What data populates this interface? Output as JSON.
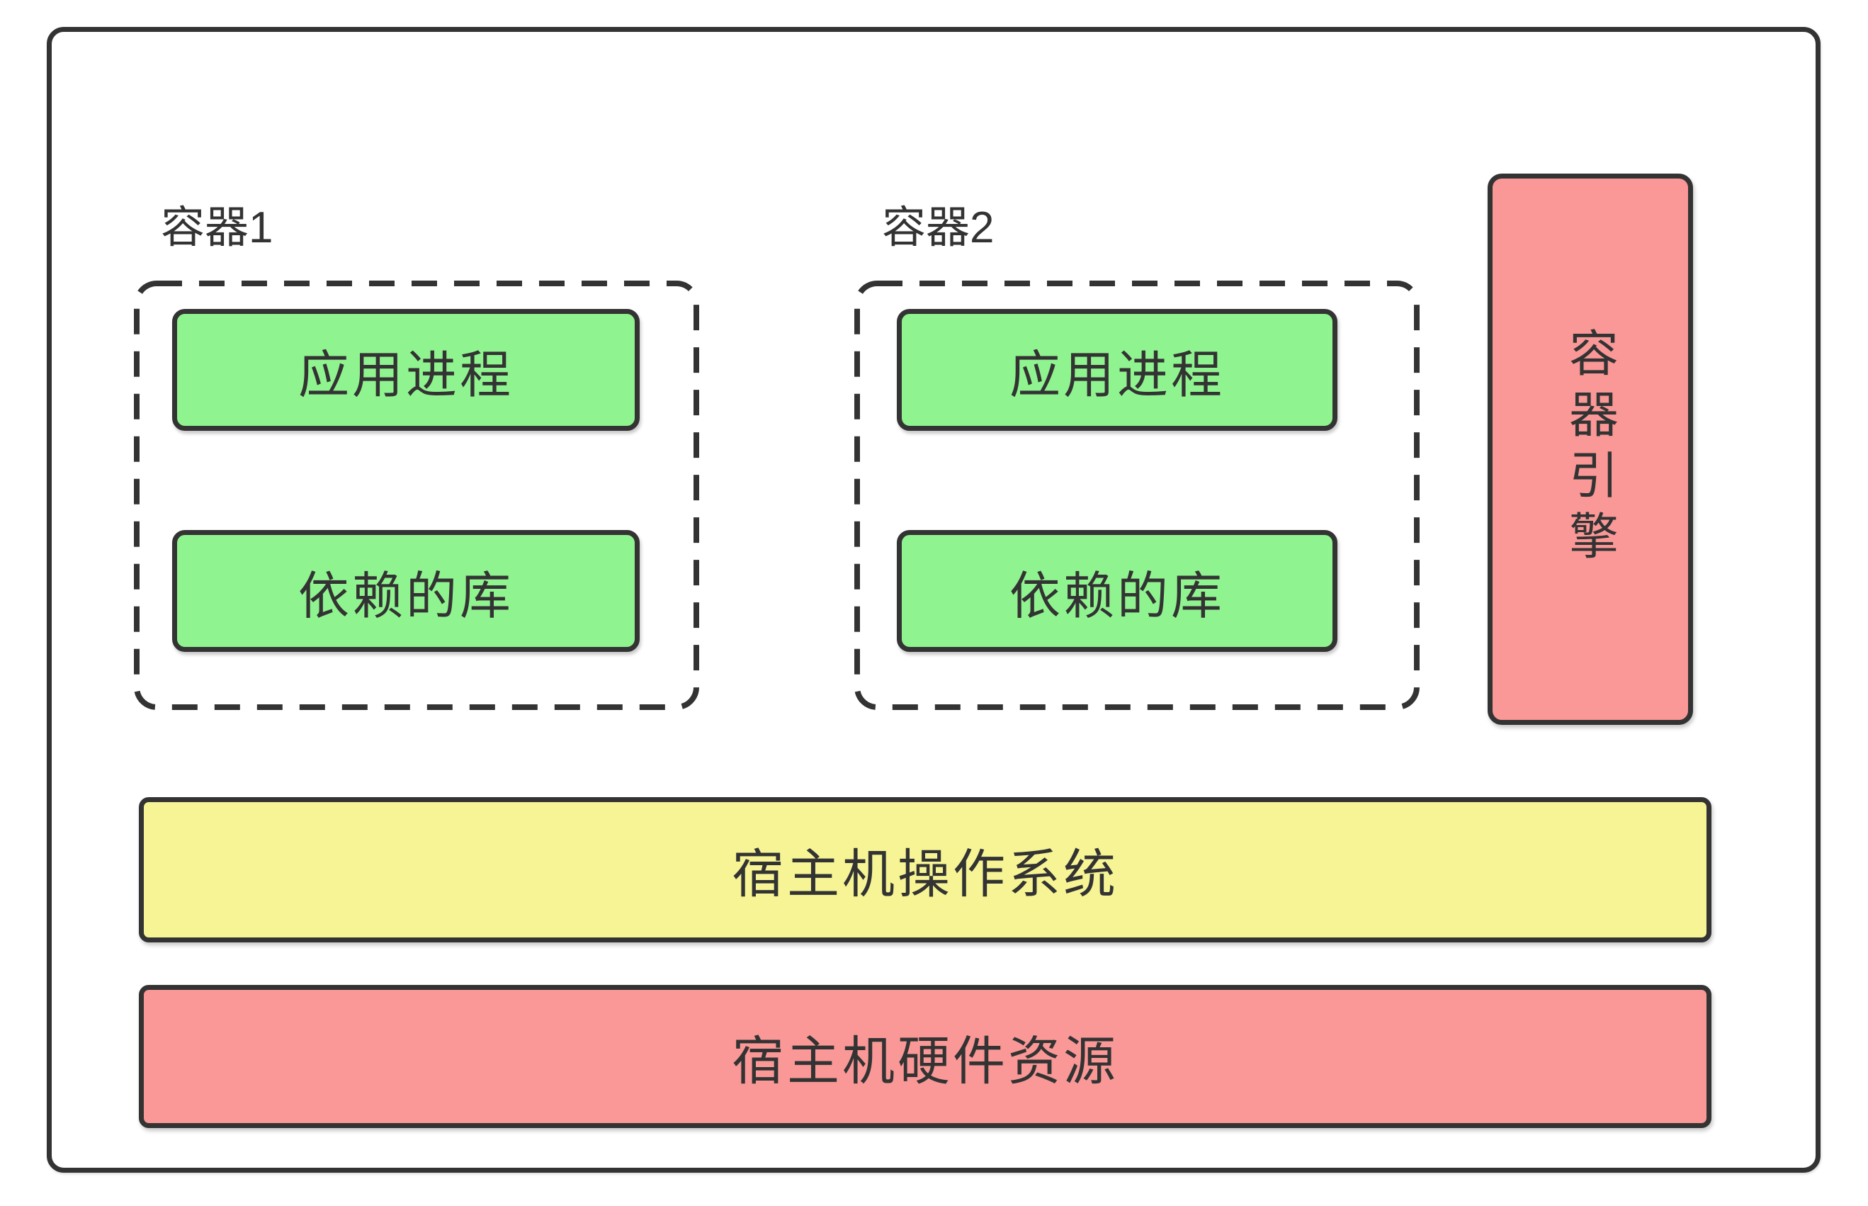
{
  "diagram": {
    "containers": [
      {
        "label": "容器1",
        "boxes": [
          "应用进程",
          "依赖的库"
        ]
      },
      {
        "label": "容器2",
        "boxes": [
          "应用进程",
          "依赖的库"
        ]
      }
    ],
    "engine_label": "容器引擎",
    "host_os_label": "宿主机操作系统",
    "hardware_label": "宿主机硬件资源",
    "colors": {
      "process_box": "#8FF48F",
      "engine_box": "#F99896",
      "host_os_bar": "#F6F494",
      "hardware_bar": "#F99896",
      "stroke": "#333333"
    }
  }
}
